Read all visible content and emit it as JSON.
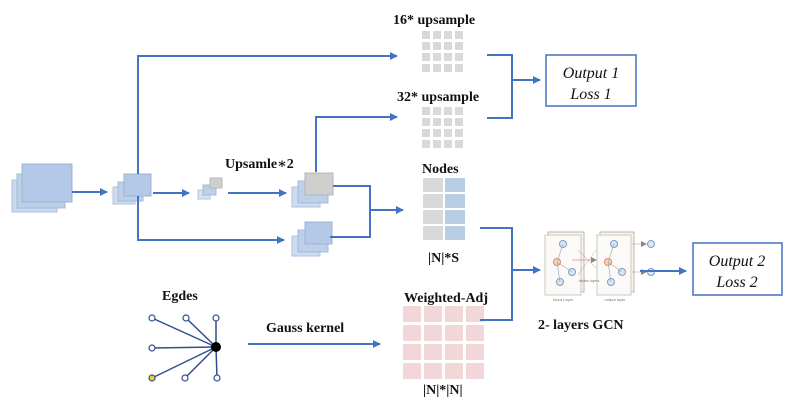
{
  "labels": {
    "upsample16": "16*   upsample",
    "upsample32": "32*   upsample",
    "upsample2": "Upsamle∗2",
    "nodes": "Nodes",
    "nodes_dim": "|N|*S",
    "adj": "Weighted-Adj",
    "adj_dim": "|N|*|N|",
    "edges": "Egdes",
    "gauss": "Gauss kernel",
    "gcn": "2- layers GCN"
  },
  "outputs": {
    "out1_line1": "Output 1",
    "out1_line2": "Loss 1",
    "out2_line1": "Output 2",
    "out2_line2": "Loss 2"
  },
  "gcn_figure": {
    "input_layer": "Input Layer",
    "hidden_layer": "hidden layers",
    "output_layer": "output layer"
  },
  "colors": {
    "arrow": "#4472c4",
    "feature_blue": "#b8cce4",
    "grid_gray": "#d9d9d9",
    "adj_pink": "#f2d7d9"
  }
}
